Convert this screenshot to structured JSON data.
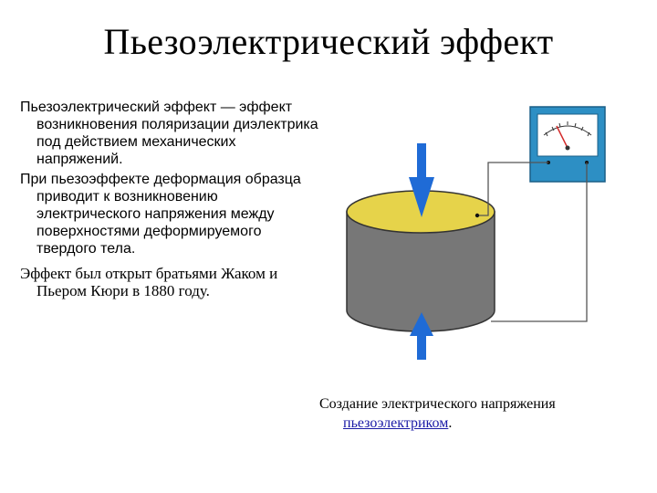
{
  "slide": {
    "title": "Пьезоэлектрический эффект"
  },
  "body": {
    "paragraph_1": "Пьезоэлектрический эффект — эффект возникновения поляризации диэлектрика под действием механических напряжений.",
    "paragraph_2": "При пьезоэффекте деформация образца приводит к возникновению электрического напряжения между поверхностями деформируемого твердого тела.",
    "paragraph_3": "Эффект был открыт братьями Жаком и Пьером Кюри в 1880 году."
  },
  "figure": {
    "caption_text": "Создание электрического напряжения",
    "caption_link": "пьезоэлектриком",
    "caption_end": ".",
    "colors": {
      "cylinder_top": "#e6d34a",
      "cylinder_side": "#777777",
      "arrow": "#1f6bd6",
      "meter_case": "#2d8fc4",
      "wire": "#555555"
    }
  }
}
